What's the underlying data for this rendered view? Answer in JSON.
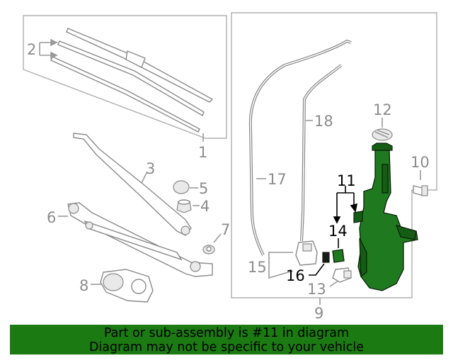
{
  "diagram": {
    "callouts": {
      "p1": "1",
      "p2": "2",
      "p3": "3",
      "p4": "4",
      "p5": "5",
      "p6": "6",
      "p7": "7",
      "p8": "8",
      "p9": "9",
      "p10": "10",
      "p11": "11",
      "p12": "12",
      "p13": "13",
      "p14": "14",
      "p15": "15",
      "p16": "16",
      "p17": "17",
      "p18": "18"
    },
    "highlighted_parts": [
      "11",
      "14",
      "16"
    ],
    "highlight_color": "#1f7a1f"
  },
  "banner": {
    "line1": "Part or sub-assembly is #11 in diagram",
    "line2": "Diagram may not be specific to your vehicle",
    "background": "#1b7a12"
  }
}
